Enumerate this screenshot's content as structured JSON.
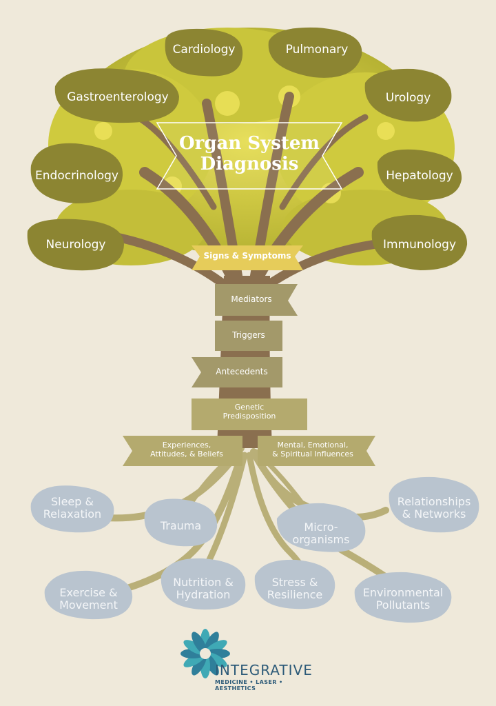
{
  "title": "Organ System\nDiagnosis",
  "organ_systems": [
    "Cardiology",
    "Pulmonary",
    "Gastroenterology",
    "Urology",
    "Endocrinology",
    "Hepatology",
    "Neurology",
    "Immunology"
  ],
  "trunk_layers": {
    "signs_symptoms": "Signs & Symptoms",
    "mediators": "Mediators",
    "triggers": "Triggers",
    "antecedents": "Antecedents",
    "genetic": "Genetic\nPredisposition",
    "experiences": "Experiences,\nAttitudes, & Beliefs",
    "mental": "Mental, Emotional,\n& Spiritual Influences"
  },
  "root_factors": [
    "Sleep &\nRelaxation",
    "Relationships\n& Networks",
    "Trauma",
    "Micro-\norganisms",
    "Exercise &\nMovement",
    "Nutrition &\nHydration",
    "Stress &\nResilience",
    "Environmental\nPollutants"
  ],
  "logo": {
    "brand": "INTEGRATIVE",
    "tagline": "MEDICINE • LASER • AESTHETICS"
  },
  "colors": {
    "background": "#efe9da",
    "leaf": "#8c8532",
    "canopy": "#c7c33a",
    "trunk": "#8a6f4f",
    "band": "#a3996a",
    "band_highlight": "#e6cc5a",
    "root_blob": "#b9c4cf",
    "logo": "#2c5a78"
  }
}
